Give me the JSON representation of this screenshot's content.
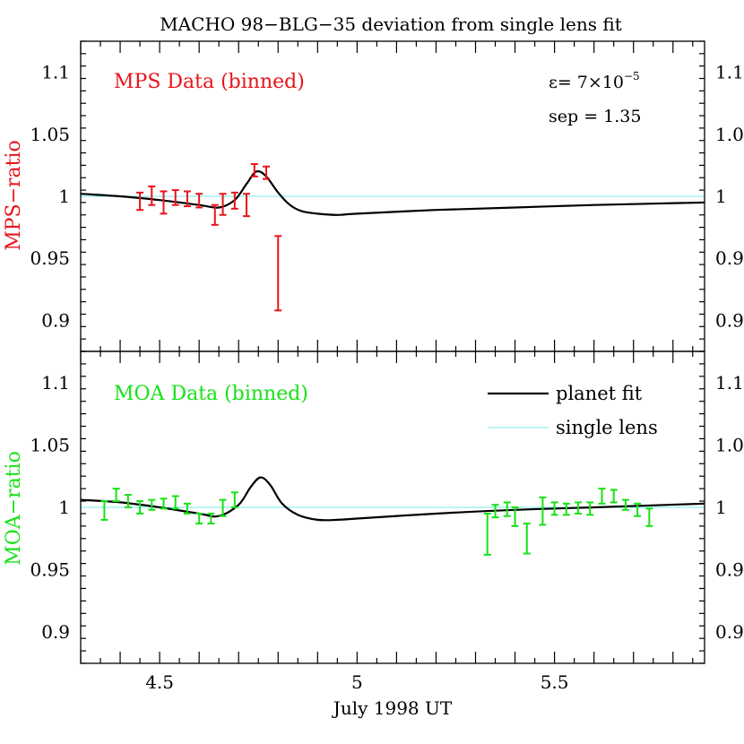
{
  "title": "MACHO 98−BLG−35 deviation from single lens fit",
  "colors": {
    "mps": "#e8141b",
    "moa": "#16e216",
    "fit": "#000000",
    "single": "#8ff0ee"
  },
  "chart_data": [
    {
      "type": "line",
      "panel": "top",
      "ylabel": "MPS−ratio",
      "data_label": "MPS Data (binned)",
      "annotations": {
        "epsilon": {
          "prefix": "ε= 7×10",
          "exp": "−5"
        },
        "sep": "sep = 1.35"
      },
      "xlim": [
        4.3,
        5.88
      ],
      "ylim": [
        0.875,
        1.125
      ],
      "y_ticks": [
        0.9,
        0.95,
        1.0,
        1.05,
        1.1
      ],
      "y_tick_labels": [
        "0.9",
        "0.95",
        "1",
        "1.05",
        "1.1"
      ],
      "single_lens": 1.0,
      "planet_fit": {
        "x": [
          4.3,
          4.4,
          4.5,
          4.6,
          4.65,
          4.69,
          4.72,
          4.745,
          4.77,
          4.8,
          4.83,
          4.86,
          4.9,
          4.95,
          5.0,
          5.2,
          5.4,
          5.6,
          5.88
        ],
        "y": [
          1.002,
          1.0,
          0.997,
          0.993,
          0.991,
          0.997,
          1.01,
          1.02,
          1.016,
          1.003,
          0.993,
          0.988,
          0.986,
          0.985,
          0.986,
          0.989,
          0.991,
          0.993,
          0.995
        ]
      },
      "points": [
        {
          "x": 4.45,
          "y": 0.996,
          "lo": 0.989,
          "hi": 1.003
        },
        {
          "x": 4.48,
          "y": 1.0,
          "lo": 0.993,
          "hi": 1.008
        },
        {
          "x": 4.51,
          "y": 0.995,
          "lo": 0.986,
          "hi": 1.004
        },
        {
          "x": 4.54,
          "y": 0.999,
          "lo": 0.993,
          "hi": 1.005
        },
        {
          "x": 4.57,
          "y": 0.998,
          "lo": 0.992,
          "hi": 1.004
        },
        {
          "x": 4.6,
          "y": 0.996,
          "lo": 0.991,
          "hi": 1.002
        },
        {
          "x": 4.64,
          "y": 0.985,
          "lo": 0.977,
          "hi": 0.993
        },
        {
          "x": 4.66,
          "y": 0.993,
          "lo": 0.985,
          "hi": 1.002
        },
        {
          "x": 4.69,
          "y": 0.996,
          "lo": 0.99,
          "hi": 1.003
        },
        {
          "x": 4.72,
          "y": 0.993,
          "lo": 0.984,
          "hi": 1.002
        },
        {
          "x": 4.74,
          "y": 1.021,
          "lo": 1.016,
          "hi": 1.026
        },
        {
          "x": 4.77,
          "y": 1.019,
          "lo": 1.014,
          "hi": 1.024
        },
        {
          "x": 4.8,
          "y": 0.938,
          "lo": 0.908,
          "hi": 0.968
        }
      ]
    },
    {
      "type": "line",
      "panel": "bottom",
      "ylabel": "MOA−ratio",
      "xlabel": "July 1998 UT",
      "data_label": "MOA Data (binned)",
      "xlim": [
        4.3,
        5.88
      ],
      "ylim": [
        0.875,
        1.125
      ],
      "x_ticks": [
        4.5,
        5.0,
        5.5
      ],
      "x_tick_labels": [
        "4.5",
        "5",
        "5.5"
      ],
      "y_ticks": [
        0.9,
        0.95,
        1.0,
        1.05,
        1.1
      ],
      "y_tick_labels": [
        "0.9",
        "0.95",
        "1",
        "1.05",
        "1.1"
      ],
      "single_lens": 1.0,
      "legend": {
        "position": "top-right",
        "entries": [
          "planet fit",
          "single lens"
        ]
      },
      "planet_fit": {
        "x": [
          4.3,
          4.4,
          4.5,
          4.6,
          4.65,
          4.7,
          4.73,
          4.755,
          4.78,
          4.81,
          4.85,
          4.9,
          4.95,
          5.0,
          5.2,
          5.4,
          5.6,
          5.88
        ],
        "y": [
          1.006,
          1.004,
          1.0,
          0.995,
          0.993,
          1.002,
          1.016,
          1.024,
          1.018,
          1.003,
          0.994,
          0.99,
          0.99,
          0.991,
          0.995,
          0.998,
          1.0,
          1.003
        ]
      },
      "points": [
        {
          "x": 4.36,
          "y": 0.997,
          "lo": 0.99,
          "hi": 1.005
        },
        {
          "x": 4.39,
          "y": 1.01,
          "lo": 1.005,
          "hi": 1.015
        },
        {
          "x": 4.42,
          "y": 1.005,
          "lo": 1.0,
          "hi": 1.01
        },
        {
          "x": 4.45,
          "y": 1.0,
          "lo": 0.995,
          "hi": 1.005
        },
        {
          "x": 4.48,
          "y": 1.002,
          "lo": 0.998,
          "hi": 1.006
        },
        {
          "x": 4.51,
          "y": 1.003,
          "lo": 0.999,
          "hi": 1.007
        },
        {
          "x": 4.54,
          "y": 1.004,
          "lo": 0.999,
          "hi": 1.009
        },
        {
          "x": 4.57,
          "y": 0.999,
          "lo": 0.995,
          "hi": 1.003
        },
        {
          "x": 4.6,
          "y": 0.991,
          "lo": 0.987,
          "hi": 0.995
        },
        {
          "x": 4.63,
          "y": 0.991,
          "lo": 0.987,
          "hi": 0.995
        },
        {
          "x": 4.66,
          "y": 0.999,
          "lo": 0.993,
          "hi": 1.006
        },
        {
          "x": 4.69,
          "y": 1.006,
          "lo": 1.0,
          "hi": 1.012
        },
        {
          "x": 5.33,
          "y": 0.979,
          "lo": 0.962,
          "hi": 0.995
        },
        {
          "x": 5.35,
          "y": 0.997,
          "lo": 0.992,
          "hi": 1.002
        },
        {
          "x": 5.38,
          "y": 0.998,
          "lo": 0.993,
          "hi": 1.004
        },
        {
          "x": 5.4,
          "y": 0.993,
          "lo": 0.985,
          "hi": 1.0
        },
        {
          "x": 5.43,
          "y": 0.975,
          "lo": 0.963,
          "hi": 0.987
        },
        {
          "x": 5.47,
          "y": 0.996,
          "lo": 0.986,
          "hi": 1.008
        },
        {
          "x": 5.5,
          "y": 0.999,
          "lo": 0.994,
          "hi": 1.004
        },
        {
          "x": 5.53,
          "y": 0.998,
          "lo": 0.994,
          "hi": 1.003
        },
        {
          "x": 5.56,
          "y": 0.999,
          "lo": 0.995,
          "hi": 1.004
        },
        {
          "x": 5.59,
          "y": 0.999,
          "lo": 0.994,
          "hi": 1.004
        },
        {
          "x": 5.62,
          "y": 1.009,
          "lo": 1.003,
          "hi": 1.015
        },
        {
          "x": 5.65,
          "y": 1.009,
          "lo": 1.004,
          "hi": 1.014
        },
        {
          "x": 5.68,
          "y": 1.002,
          "lo": 0.998,
          "hi": 1.006
        },
        {
          "x": 5.71,
          "y": 0.998,
          "lo": 0.993,
          "hi": 1.003
        },
        {
          "x": 5.74,
          "y": 0.992,
          "lo": 0.985,
          "hi": 0.999
        }
      ]
    }
  ]
}
